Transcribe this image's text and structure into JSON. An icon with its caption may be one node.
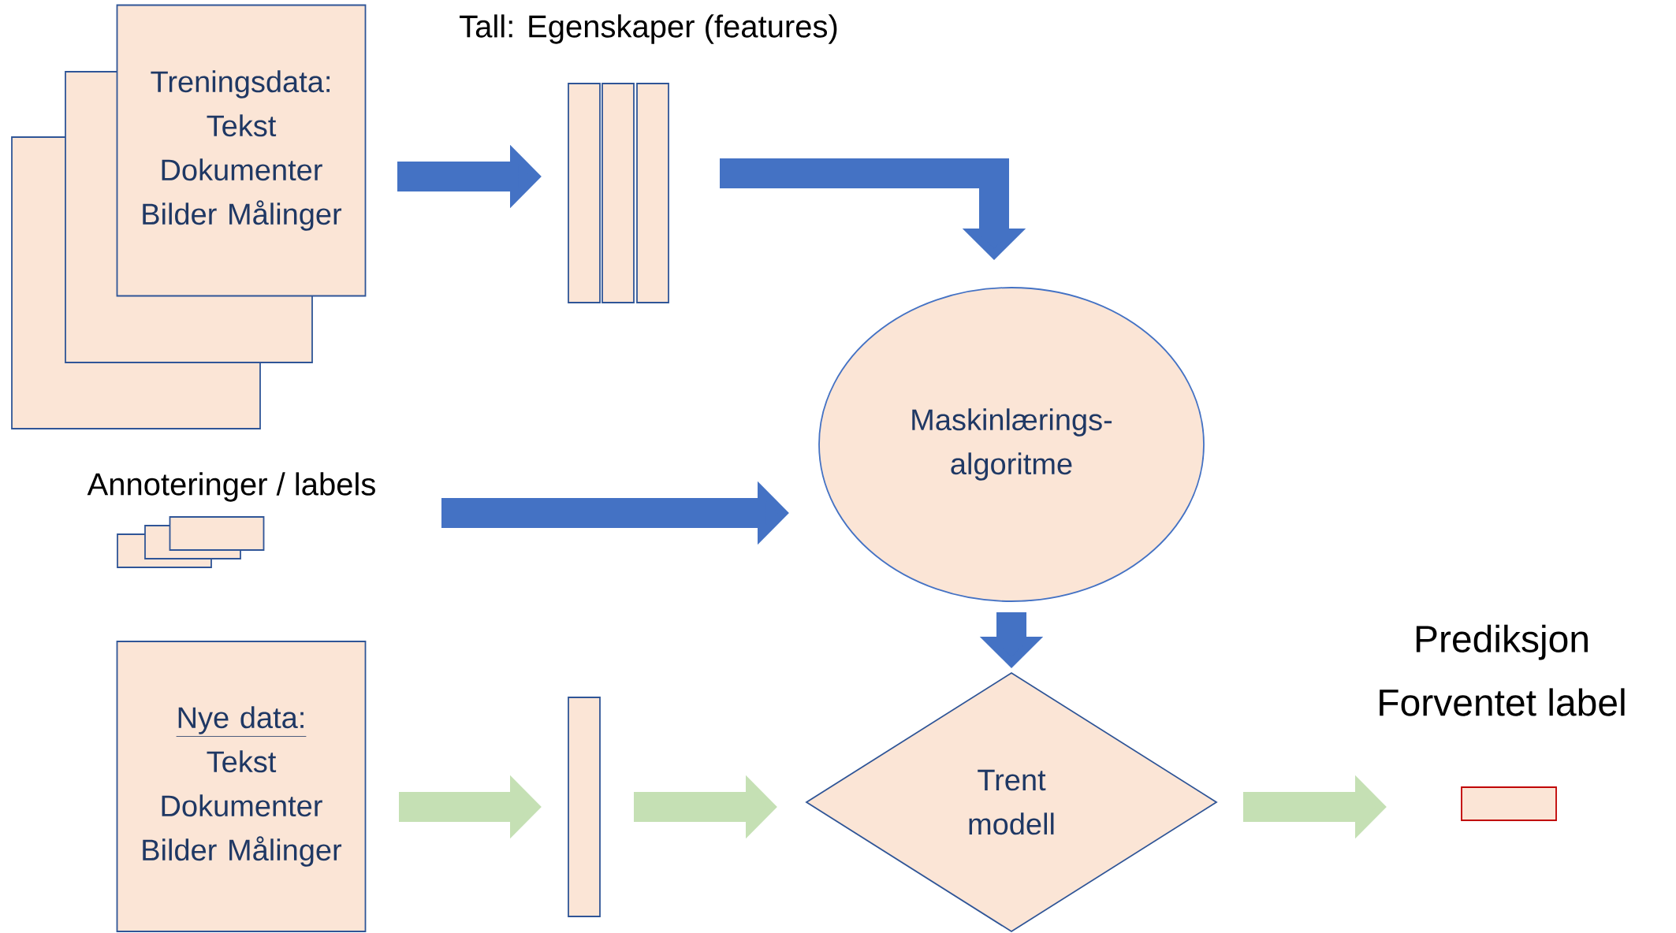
{
  "diagram": {
    "nodes": [
      {
        "text": [
          "Treningsdata:",
          "Tekst Dokumenter Bilder Målinger"
        ]
      },
      {
        "text": [],
        "shape": "bar"
      },
      {
        "text": [],
        "shape": "bar"
      },
      {
        "text": [],
        "shape": "bar"
      },
      {
        "text": [
          "Maskinlærings-algoritme"
        ]
      },
      {
        "text": [
          "Annoteringer / labels"
        ]
      },
      {
        "text": [
          "Nye data:",
          "Tekst Dokumenter Bilder Målinger"
        ]
      },
      {
        "text": [],
        "shape": "bar"
      },
      {
        "text": [
          "Trent modell"
        ]
      },
      {
        "text": [],
        "shape": "box",
        "beside": [
          "Prediksjon",
          "Forventet label"
        ]
      }
    ],
    "edges": [
      {
        "from": 0,
        "to": 1,
        "arrow": "to"
      },
      {
        "from": 3,
        "to": 4,
        "arrow": "to"
      },
      {
        "from": 5,
        "to": 4,
        "arrow": "to"
      },
      {
        "from": 4,
        "to": 8,
        "arrow": "to"
      },
      {
        "from": 6,
        "to": 7,
        "arrow": "to",
        "color": "#c5e0b4"
      },
      {
        "from": 7,
        "to": 8,
        "arrow": "to",
        "color": "#c5e0b4"
      },
      {
        "from": 8,
        "to": 9,
        "arrow": "to",
        "color": "#c5e0b4"
      }
    ],
    "labels": [
      "Tall: Egenskaper (features)"
    ]
  }
}
